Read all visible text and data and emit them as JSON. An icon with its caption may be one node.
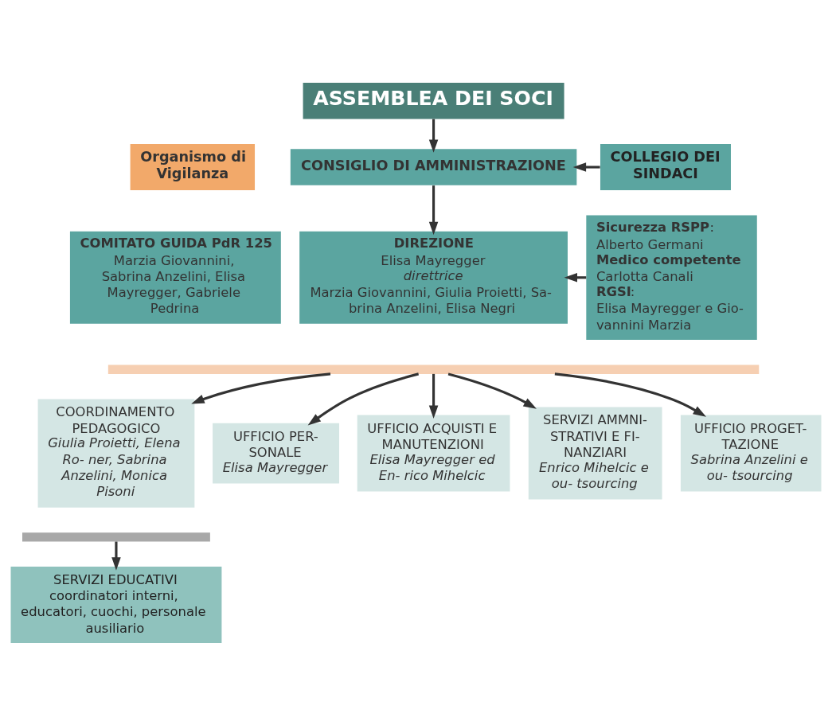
{
  "diagram": {
    "nodes": [
      {
        "text": [
          "ASSEMBLEA DEI SOCI"
        ]
      },
      {
        "text": [
          "Organismo di Vigilanza"
        ]
      },
      {
        "text": [
          "CONSIGLIO DI AMMINISTRAZIONE"
        ]
      },
      {
        "text": [
          "COLLEGIO DEI SINDACI"
        ]
      },
      {
        "text": [
          "COMITATO GUIDA PdR 125",
          "Marzia Giovannini, Sabrina Anzelini, Elisa Mayregger, Gabriele Pedrina"
        ]
      },
      {
        "text": [
          "DIREZIONE",
          "Elisa Mayregger",
          "direttrice",
          "Marzia Giovannini, Giulia Proietti, Sa- brina Anzelini, Elisa Negri"
        ]
      },
      {
        "text": [
          "**Sicurezza RSPP**:",
          "Alberto Germani",
          "**Medico competente**",
          "Carlotta Canali",
          "**RGSI**:",
          "Elisa Mayregger e Gio- vannini Marzia"
        ]
      },
      {
        "text": [],
        "shape": "bar"
      },
      {
        "text": [
          "COORDINAMENTO PEDAGOGICO",
          "Giulia Proietti, Elena Ro- ner, Sabrina Anzelini, Monica Pisoni"
        ]
      },
      {
        "text": [
          "UFFICIO PER- SONALE",
          "Elisa Mayregger"
        ]
      },
      {
        "text": [
          "UFFICIO ACQUISTI E MANUTENZIONI",
          "Elisa Mayregger ed En- rico Mihelcic"
        ]
      },
      {
        "text": [
          "SERVIZI AMMNI- STRATIVI E FI- NANZIARI",
          "Enrico Mihelcic e ou- tsourcing"
        ]
      },
      {
        "text": [
          "UFFICIO PROGET- TAZIONE",
          "Sabrina Anzelini e ou- tsourcing"
        ]
      },
      {
        "text": [],
        "shape": "bar"
      },
      {
        "text": [
          "SERVIZI EDUCATIVI",
          "coordinatori interni, educatori, cuochi, personale ausiliario"
        ]
      }
    ],
    "edges": [
      {
        "from": 0,
        "to": 2,
        "arrow": "to"
      },
      {
        "from": 3,
        "to": 2,
        "arrow": "to"
      },
      {
        "from": 2,
        "to": 5,
        "arrow": "to"
      },
      {
        "from": 6,
        "to": 5,
        "arrow": "to"
      },
      {
        "from": 7,
        "to": 8,
        "arrow": "to"
      },
      {
        "from": 7,
        "to": 9,
        "arrow": "to"
      },
      {
        "from": 7,
        "to": 10,
        "arrow": "to"
      },
      {
        "from": 7,
        "to": 11,
        "arrow": "to"
      },
      {
        "from": 7,
        "to": 12,
        "arrow": "to"
      },
      {
        "from": 13,
        "to": 14,
        "arrow": "to"
      }
    ]
  }
}
